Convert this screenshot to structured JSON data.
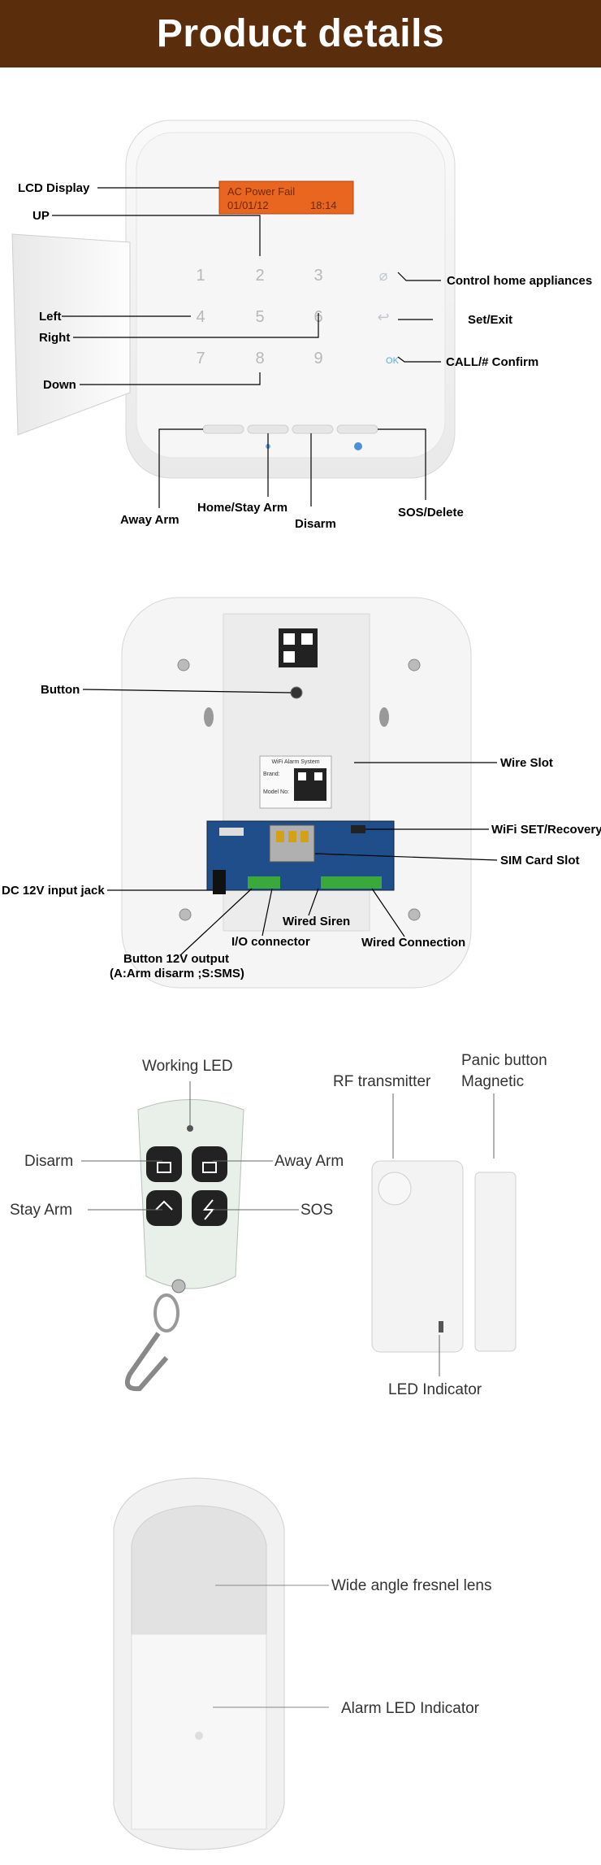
{
  "header": {
    "title": "Product details"
  },
  "panel_front": {
    "lcd_line1": "AC Power Fail",
    "lcd_line2_date": "01/01/12",
    "lcd_line2_time": "18:14",
    "keys": [
      "1",
      "2",
      "3",
      "4",
      "5",
      "6",
      "7",
      "8",
      "9"
    ],
    "func_keys": {
      "appliance": "⌀",
      "set_exit": "↩",
      "confirm": "OK"
    },
    "labels": {
      "lcd_display": "LCD Display",
      "up": "UP",
      "left": "Left",
      "right": "Right",
      "down": "Down",
      "control_home": "Control home appliances",
      "set_exit": "Set/Exit",
      "call_confirm": "CALL/# Confirm",
      "away_arm": "Away Arm",
      "home_stay_arm": "Home/Stay Arm",
      "disarm": "Disarm",
      "sos_delete": "SOS/Delete"
    }
  },
  "panel_back": {
    "sticker_title": "WiFi Alarm System",
    "sticker_brand": "Brand:",
    "sticker_model": "Model No:",
    "labels": {
      "button": "Button",
      "wire_slot": "Wire Slot",
      "wifi_set": "WiFi SET/Recovery",
      "sim_slot": "SIM Card Slot",
      "dc_jack": "DC 12V input jack",
      "wired_siren": "Wired Siren",
      "io_connector": "I/O connector",
      "wired_connection": "Wired Connection",
      "button_output_line1": "Button 12V output",
      "button_output_line2": "(A:Arm disarm ;S:SMS)"
    }
  },
  "accessories": {
    "labels": {
      "working_led": "Working LED",
      "disarm": "Disarm",
      "away_arm": "Away Arm",
      "stay_arm": "Stay Arm",
      "sos": "SOS",
      "rf_transmitter": "RF transmitter",
      "panic_line1": "Panic button",
      "panic_line2": "Magnetic",
      "led_indicator": "LED Indicator"
    }
  },
  "pir": {
    "labels": {
      "fresnel": "Wide angle fresnel lens",
      "alarm_led": "Alarm LED Indicator"
    }
  }
}
